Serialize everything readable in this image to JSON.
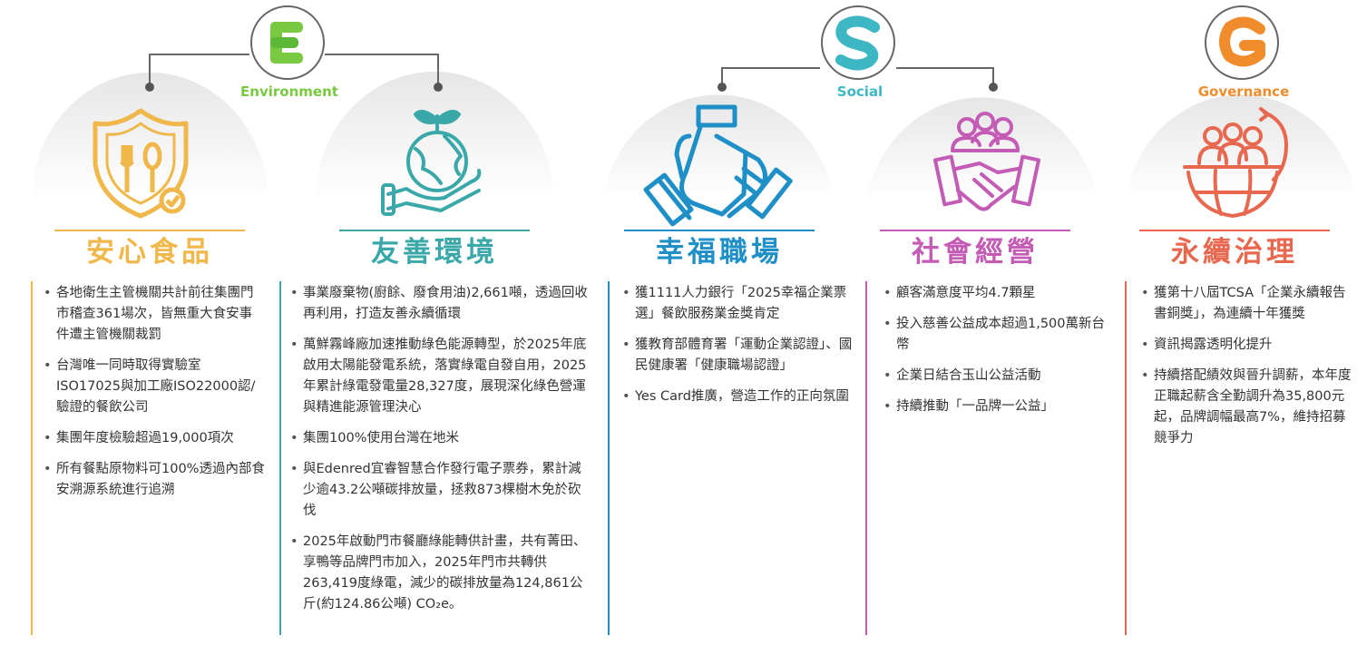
{
  "badges": {
    "environment": {
      "letter": "E",
      "label": "Environment",
      "color": "#7ac943"
    },
    "social": {
      "letter": "S",
      "label": "Social",
      "color": "#3db7c4"
    },
    "governance": {
      "letter": "G",
      "label": "Governance",
      "color": "#f08c2c"
    }
  },
  "columns": [
    {
      "title": "安心食品",
      "color": "#f0b84a",
      "icon": "food-safety-shield-icon",
      "items": [
        "各地衛生主管機關共計前往集團門市稽查361場次，皆無重大食安事件遭主管機關裁罰",
        "台灣唯一同時取得實驗室ISO17025與加工廠ISO22000認/驗證的餐飲公司",
        "集團年度檢驗超過19,000項次",
        "所有餐點原物料可100%透過內部食安溯源系統進行追溯"
      ]
    },
    {
      "title": "友善環境",
      "color": "#3aa8a8",
      "icon": "earth-sprout-hand-icon",
      "items": [
        "事業廢棄物(廚餘、廢食用油)2,661噸，透過回收再利用，打造友善永續循環",
        "萬鮮霧峰廠加速推動綠色能源轉型，於2025年底啟用太陽能發電系統，落實綠電自發自用，2025年累計綠電發電量28,327度，展現深化綠色營運與精進能源管理決心",
        "集團100%使用台灣在地米",
        "與Edenred宜睿智慧合作發行電子票券，累計減少逾43.2公噸碳排放量，拯救873棵樹木免於砍伐",
        "2025年啟動門市餐廳綠能轉供計畫，共有菁田、享鴨等品牌門市加入，2025年門市共轉供263,419度綠電，減少的碳排放量為124,861公斤(約124.86公噸) CO₂e。"
      ]
    },
    {
      "title": "幸福職場",
      "color": "#1f8fc8",
      "icon": "hands-together-icon",
      "items": [
        "獲1111人力銀行「2025幸福企業票選」餐飲服務業金獎肯定",
        "獲教育部體育署「運動企業認證」、國民健康署「健康職場認證」",
        "Yes Card推廣，營造工作的正向氛圍"
      ]
    },
    {
      "title": "社會經營",
      "color": "#c45bb5",
      "icon": "people-handshake-icon",
      "items": [
        "顧客滿意度平均4.7顆星",
        "投入慈善公益成本超過1,500萬新台幣",
        "企業日結合玉山公益活動",
        "持續推動「一品牌一公益」"
      ]
    },
    {
      "title": "永續治理",
      "color": "#e8684f",
      "icon": "people-globe-icon",
      "items": [
        "獲第十八屆TCSA「企業永續報告書銅獎」，為連續十年獲獎",
        "資訊揭露透明化提升",
        "持續搭配績效與晉升調薪，本年度正職起薪含全勤調升為35,800元起，品牌調幅最高7%，維持招募競爭力"
      ]
    }
  ]
}
